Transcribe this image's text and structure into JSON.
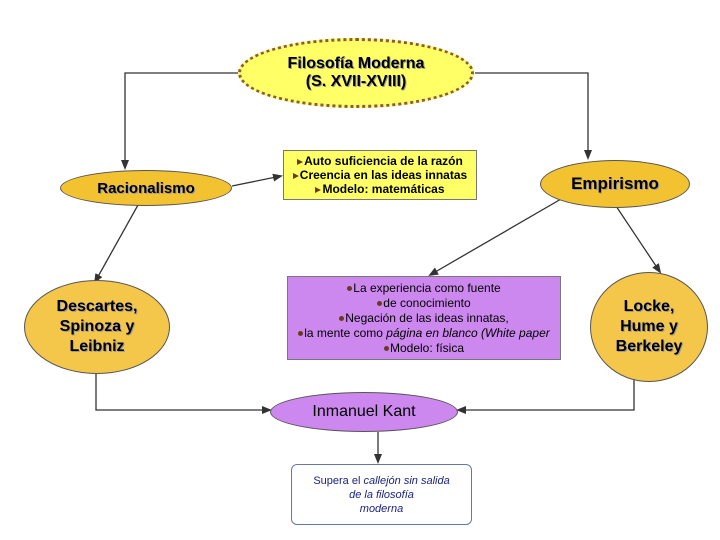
{
  "title": {
    "line1": "Filosofía Moderna",
    "line2": "(S. XVII-XVIII)"
  },
  "racionalismo": {
    "label": "Racionalismo",
    "traits": [
      "Auto suficiencia de la razón",
      "Creencia en las ideas  innatas",
      "Modelo: matemáticas"
    ],
    "authors": [
      "Descartes,",
      "Spinoza y",
      "Leibniz"
    ]
  },
  "empirismo": {
    "label": "Empirismo",
    "traits": [
      "La experiencia como fuente",
      "de conocimiento",
      "Negación de las ideas innatas,",
      "la mente como ",
      "Modelo: física"
    ],
    "trait4_italic": "página en blanco (White paper",
    "authors": [
      "Locke,",
      "Hume y",
      "Berkeley"
    ]
  },
  "kant": {
    "label": "Inmanuel Kant",
    "note": {
      "part1": "Supera el ",
      "part2": "callejón sin salida",
      "line2": "de la filosofía",
      "line3": "moderna"
    }
  },
  "colors": {
    "yellow": "#ffff66",
    "gold": "#f2c230",
    "violet": "#cc88ee",
    "arrow": "#333333"
  }
}
